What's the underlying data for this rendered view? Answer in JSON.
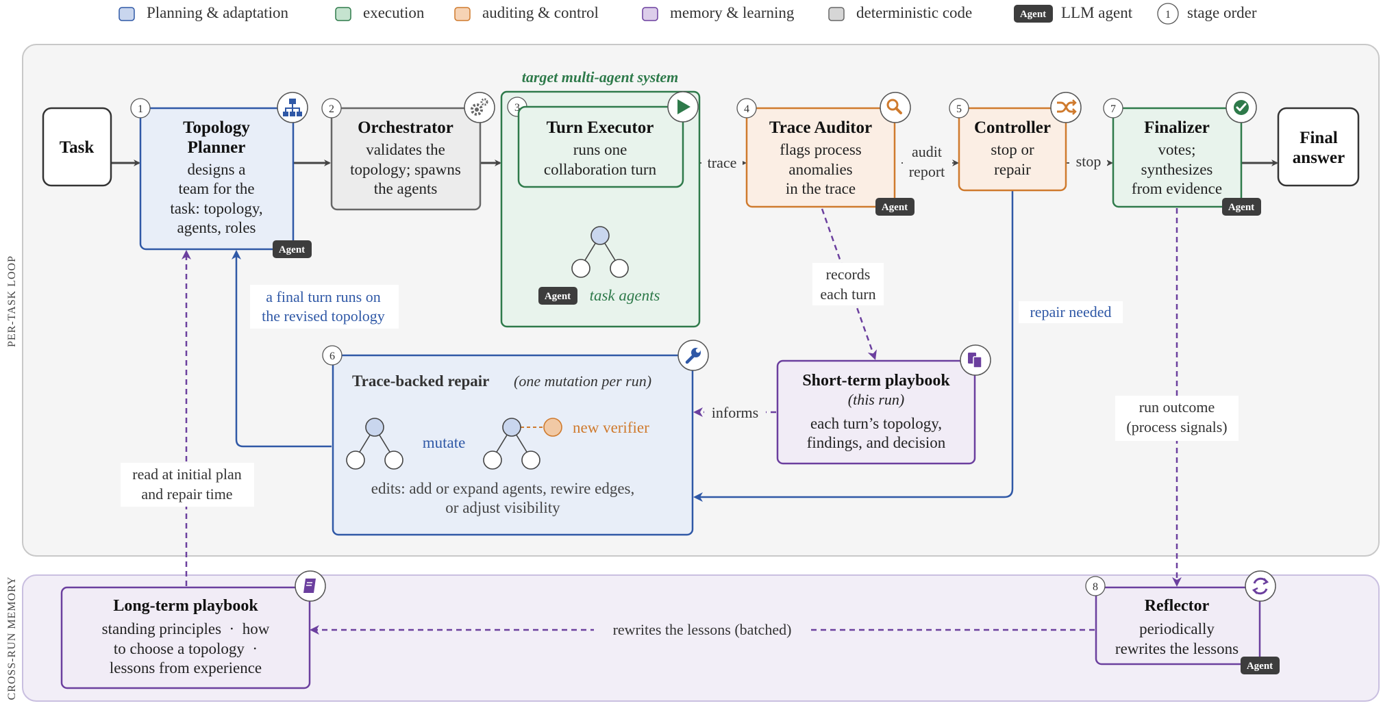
{
  "legend": {
    "planning": "Planning & adaptation",
    "execution": "execution",
    "auditing": "auditing & control",
    "memory": "memory & learning",
    "deterministic": "deterministic code",
    "agent_badge": "Agent",
    "agent_label": "LLM agent",
    "stage_badge": "1",
    "stage_label": "stage order"
  },
  "colors": {
    "planning_fill": "#e8eef8",
    "planning_stroke": "#2f58a6",
    "execution_fill": "#e8f3ec",
    "execution_stroke": "#2e7a4a",
    "auditing_fill": "#fbeee4",
    "auditing_stroke": "#cf7a2d",
    "memory_fill": "#f1ecf6",
    "memory_stroke": "#6b3f9e",
    "deterministic_fill": "#ececec",
    "deterministic_stroke": "#666666",
    "arrow_blue": "#2f58a6",
    "arrow_purple": "#6b3f9e",
    "arrow_gray": "#444444"
  },
  "regions": {
    "per_task": "PER-TASK LOOP",
    "cross_run": "CROSS-RUN MEMORY",
    "target_system": "target multi-agent system"
  },
  "nodes": {
    "task": {
      "title": "Task"
    },
    "planner": {
      "stage": "1",
      "title1": "Topology",
      "title2": "Planner",
      "body": [
        "designs a",
        "team for the",
        "task: topology,",
        "agents, roles"
      ],
      "badge": "Agent",
      "icon": "hierarchy-icon"
    },
    "orchestrator": {
      "stage": "2",
      "title": "Orchestrator",
      "body": [
        "validates the",
        "topology; spawns",
        "the agents"
      ],
      "icon": "gears-icon"
    },
    "executor": {
      "stage": "3",
      "title": "Turn Executor",
      "body": [
        "runs one",
        "collaboration turn"
      ],
      "icon": "play-icon",
      "agents_badge": "Agent",
      "agents_label": "task agents"
    },
    "auditor": {
      "stage": "4",
      "title": "Trace Auditor",
      "body": [
        "flags process",
        "anomalies",
        "in the trace"
      ],
      "badge": "Agent",
      "icon": "magnifier-icon"
    },
    "controller": {
      "stage": "5",
      "title": "Controller",
      "body": [
        "stop or",
        "repair"
      ],
      "icon": "shuffle-icon"
    },
    "finalizer": {
      "stage": "7",
      "title": "Finalizer",
      "body": [
        "votes;",
        "synthesizes",
        "from evidence"
      ],
      "badge": "Agent",
      "icon": "check-icon"
    },
    "final": {
      "title1": "Final",
      "title2": "answer"
    },
    "repair": {
      "stage": "6",
      "title": "Trace-backed repair",
      "subtitle": "(one mutation per run)",
      "mutate": "mutate",
      "new_verifier": "new verifier",
      "edits": [
        "edits: add or expand agents, rewire edges,",
        "or adjust visibility"
      ],
      "icon": "wrench-icon"
    },
    "short_playbook": {
      "title": "Short-term playbook",
      "subtitle": "(this run)",
      "body": [
        "each turn’s topology,",
        "findings, and decision"
      ],
      "icon": "copy-icon"
    },
    "long_playbook": {
      "title": "Long-term playbook",
      "body": [
        "standing principles  ·  how",
        "to choose a topology  ·",
        "lessons from experience"
      ],
      "icon": "book-icon"
    },
    "reflector": {
      "stage": "8",
      "title": "Reflector",
      "body": [
        "periodically",
        "rewrites the lessons"
      ],
      "badge": "Agent",
      "icon": "refresh-icon"
    }
  },
  "edges": {
    "trace": "trace",
    "audit_report": [
      "audit",
      "report"
    ],
    "stop": "stop",
    "records": [
      "records",
      "each turn"
    ],
    "repair_needed": "repair needed",
    "informs": "informs",
    "final_turn": [
      "a final turn runs on",
      "the revised topology"
    ],
    "run_outcome": [
      "run outcome",
      "(process signals)"
    ],
    "read_plan": [
      "read at initial plan",
      "and repair time"
    ],
    "rewrites": "rewrites the lessons (batched)"
  }
}
